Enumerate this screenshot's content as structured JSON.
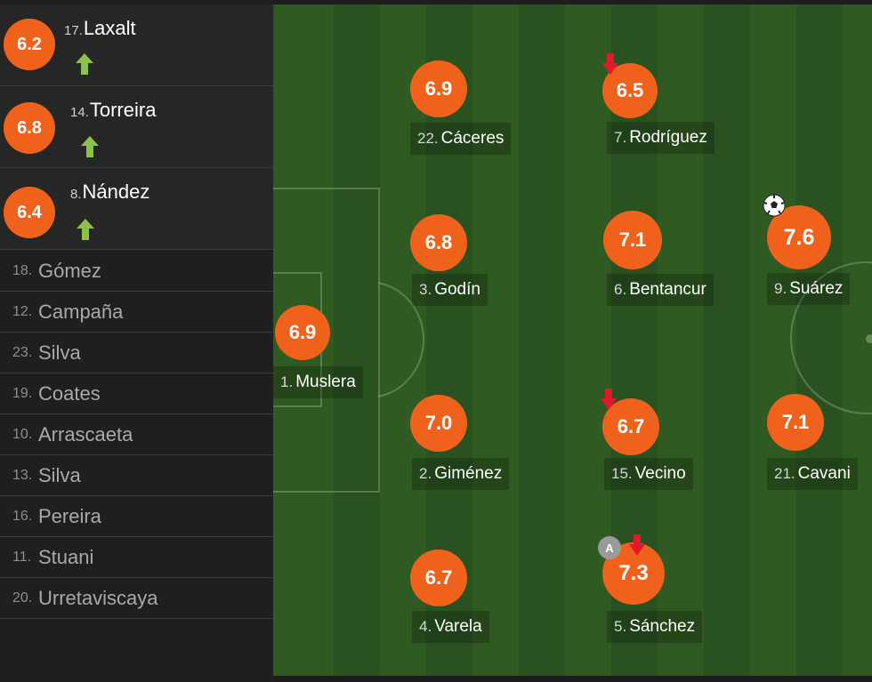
{
  "colors": {
    "rating_badge": "#f0621c",
    "sub_in_arrow": "#8bc34a",
    "sub_out_arrow": "#e0192b",
    "pitch_light": "#2f5a21",
    "pitch_dark": "#2a5220"
  },
  "substitutes": [
    {
      "number": "17.",
      "name": "Laxalt",
      "rating": "6.2",
      "icon": "sub-in-arrow-icon"
    },
    {
      "number": "14.",
      "name": "Torreira",
      "rating": "6.8",
      "icon": "sub-in-arrow-icon"
    },
    {
      "number": "8.",
      "name": "Nández",
      "rating": "6.4",
      "icon": "sub-in-arrow-icon"
    }
  ],
  "bench": [
    {
      "number": "18.",
      "name": "Gómez"
    },
    {
      "number": "12.",
      "name": "Campaña"
    },
    {
      "number": "23.",
      "name": "Silva"
    },
    {
      "number": "19.",
      "name": "Coates"
    },
    {
      "number": "10.",
      "name": "Arrascaeta"
    },
    {
      "number": "13.",
      "name": "Silva"
    },
    {
      "number": "16.",
      "name": "Pereira"
    },
    {
      "number": "11.",
      "name": "Stuani"
    },
    {
      "number": "20.",
      "name": "Urretaviscaya"
    }
  ],
  "players": {
    "muslera": {
      "number": "1.",
      "name": "Muslera",
      "rating": "6.9"
    },
    "caceres": {
      "number": "22.",
      "name": "Cáceres",
      "rating": "6.9"
    },
    "godin": {
      "number": "3.",
      "name": "Godín",
      "rating": "6.8"
    },
    "gimenez": {
      "number": "2.",
      "name": "Giménez",
      "rating": "7.0"
    },
    "varela": {
      "number": "4.",
      "name": "Varela",
      "rating": "6.7"
    },
    "rodriguez": {
      "number": "7.",
      "name": "Rodríguez",
      "rating": "6.5",
      "icon": "sub-out-arrow-icon"
    },
    "bentancur": {
      "number": "6.",
      "name": "Bentancur",
      "rating": "7.1"
    },
    "vecino": {
      "number": "15.",
      "name": "Vecino",
      "rating": "6.7",
      "icon": "sub-out-arrow-icon"
    },
    "sanchez": {
      "number": "5.",
      "name": "Sánchez",
      "rating": "7.3",
      "icon": "sub-out-arrow-icon",
      "captain_badge": "A"
    },
    "suarez": {
      "number": "9.",
      "name": "Suárez",
      "rating": "7.6",
      "icon": "soccer-ball-icon"
    },
    "cavani": {
      "number": "21.",
      "name": "Cavani",
      "rating": "7.1"
    }
  }
}
